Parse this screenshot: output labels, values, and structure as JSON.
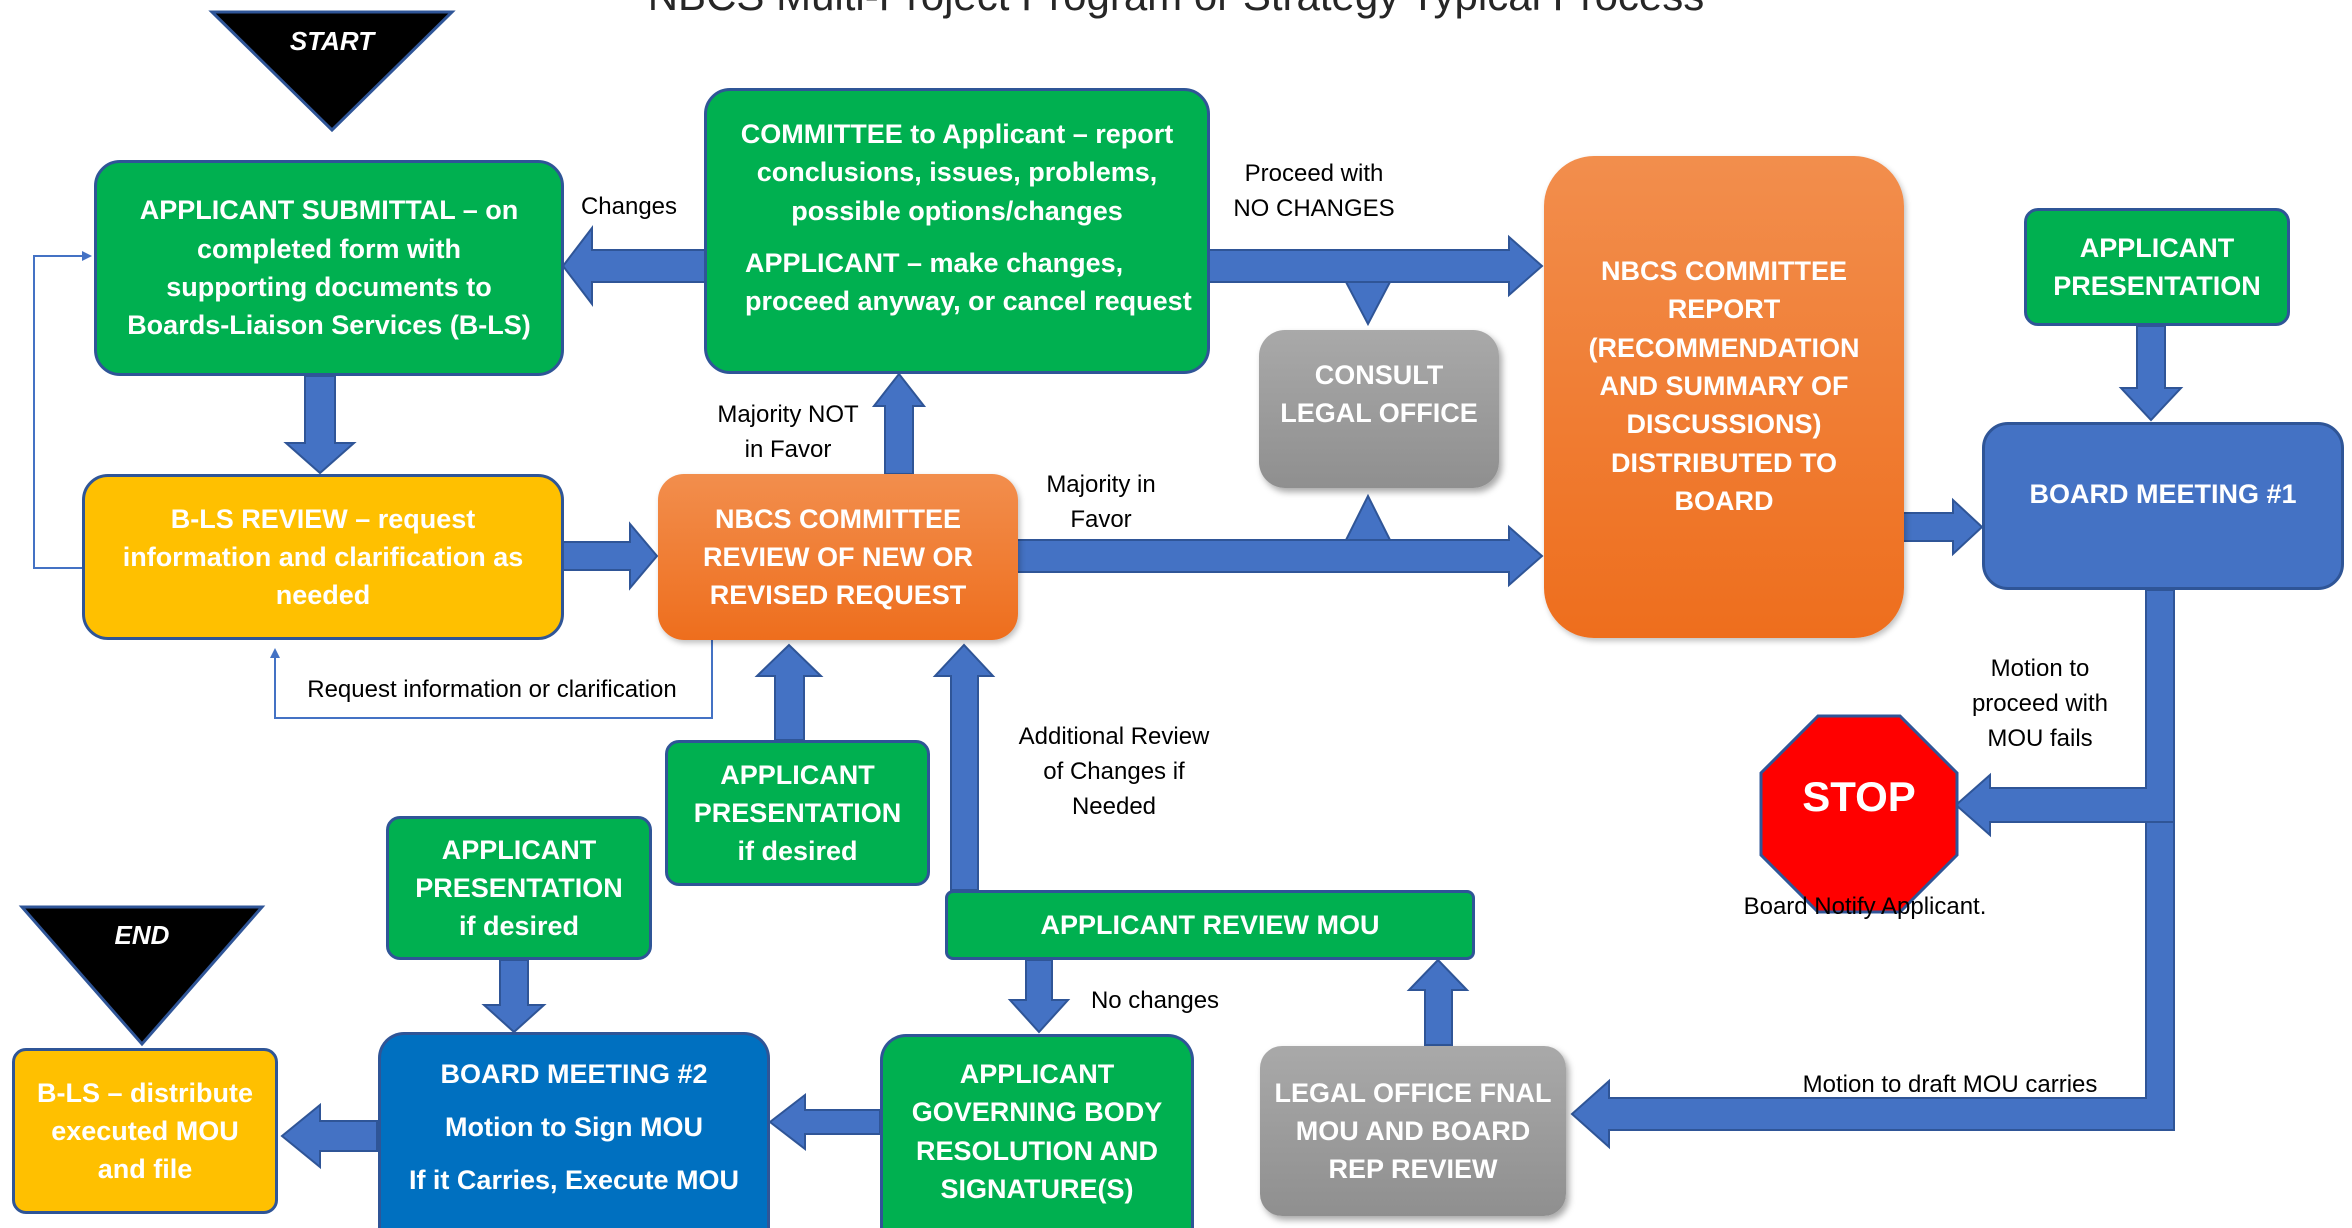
{
  "title": "NBCS Multi-Project Program or Strategy Typical Process",
  "markers": {
    "start": "START",
    "end": "END",
    "stop": "STOP"
  },
  "boxes": {
    "applicant_submittal": [
      "APPLICANT SUBMITTAL – on",
      "completed form with",
      "supporting documents to",
      "Boards-Liaison Services (B-LS)"
    ],
    "committee_to_applicant_1": [
      "COMMITTEE to Applicant – report",
      "conclusions, issues, problems,",
      "possible options/changes"
    ],
    "committee_to_applicant_2": [
      "APPLICANT – make changes,",
      "proceed anyway, or cancel request"
    ],
    "bls_review": [
      "B-LS REVIEW – request",
      "information and clarification as",
      "needed"
    ],
    "nbcs_committee_review": [
      "NBCS COMMITTEE",
      "REVIEW OF NEW OR",
      "REVISED REQUEST"
    ],
    "consult_legal": [
      "CONSULT",
      "LEGAL OFFICE"
    ],
    "nbcs_committee_report": [
      "NBCS COMMITTEE",
      "REPORT",
      "(RECOMMENDATION",
      "AND SUMMARY OF",
      "DISCUSSIONS)",
      "DISTRIBUTED TO",
      "BOARD"
    ],
    "applicant_presentation_top": [
      "APPLICANT",
      "PRESENTATION"
    ],
    "board_meeting_1": [
      "BOARD MEETING #1"
    ],
    "applicant_presentation_mid": [
      "APPLICANT",
      "PRESENTATION",
      "if desired"
    ],
    "applicant_presentation_left": [
      "APPLICANT",
      "PRESENTATION",
      "if desired"
    ],
    "applicant_review_mou": [
      "APPLICANT REVIEW MOU"
    ],
    "bls_distribute": [
      "B-LS – distribute",
      "executed MOU",
      "and file"
    ],
    "board_meeting_2": [
      "BOARD MEETING #2",
      "Motion to Sign MOU",
      "If it Carries, Execute MOU"
    ],
    "applicant_governing_body": [
      "APPLICANT",
      "GOVERNING BODY",
      "RESOLUTION AND",
      "SIGNATURE(S)"
    ],
    "legal_office_final": [
      "LEGAL OFFICE FNAL",
      "MOU AND BOARD",
      "REP REVIEW"
    ]
  },
  "labels": {
    "changes": [
      "Changes"
    ],
    "proceed_no_changes": [
      "Proceed with",
      "NO CHANGES"
    ],
    "majority_not_favor": [
      "Majority NOT",
      "in Favor"
    ],
    "majority_favor": [
      "Majority in",
      "Favor"
    ],
    "request_info": [
      "Request information or clarification"
    ],
    "motion_fails": [
      "Motion to",
      "proceed with",
      "MOU fails"
    ],
    "board_notify": [
      "Board Notify Applicant."
    ],
    "additional_review": [
      "Additional Review",
      "of Changes if",
      "Needed"
    ],
    "no_changes": [
      "No changes"
    ],
    "motion_carries": [
      "Motion to draft MOU carries"
    ]
  },
  "colors": {
    "green": "#00b050",
    "yellow": "#ffc000",
    "orange": "#ee6e1d",
    "gray": "#999999",
    "blue": "#4472c4",
    "dark_blue": "#0070c0",
    "arrow": "#4472c4",
    "stop_red": "#ff0000",
    "marker_black": "#000000"
  }
}
